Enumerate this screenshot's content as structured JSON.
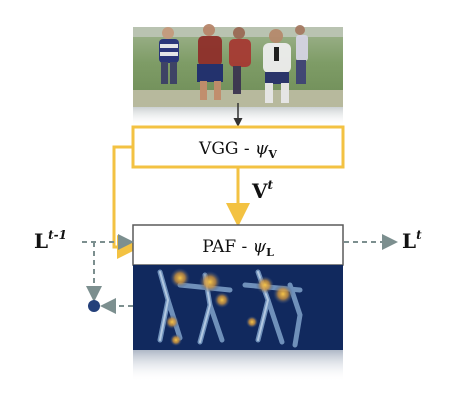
{
  "vgg_block": {
    "label": "VGG - ",
    "symbol": "ψ",
    "subscript": "V"
  },
  "vgg_output": {
    "base": "V",
    "superscript": "t"
  },
  "paf_block": {
    "label": "PAF - ",
    "symbol": "ψ",
    "subscript": "L"
  },
  "input_label": {
    "base": "L",
    "superscript": "t-1"
  },
  "output_label": {
    "base": "L",
    "superscript": "t"
  },
  "colors": {
    "accent_orange": "#f3c242",
    "arrow_gray": "#7c8f8f",
    "dot_blue": "#24407a",
    "box_border": "#5a5a5a",
    "heatmap_dark": "#0c2050",
    "field_green": "#7e9c66"
  },
  "icons": [
    "input-photo-players",
    "heatmap-image",
    "accumulator-node-icon"
  ]
}
